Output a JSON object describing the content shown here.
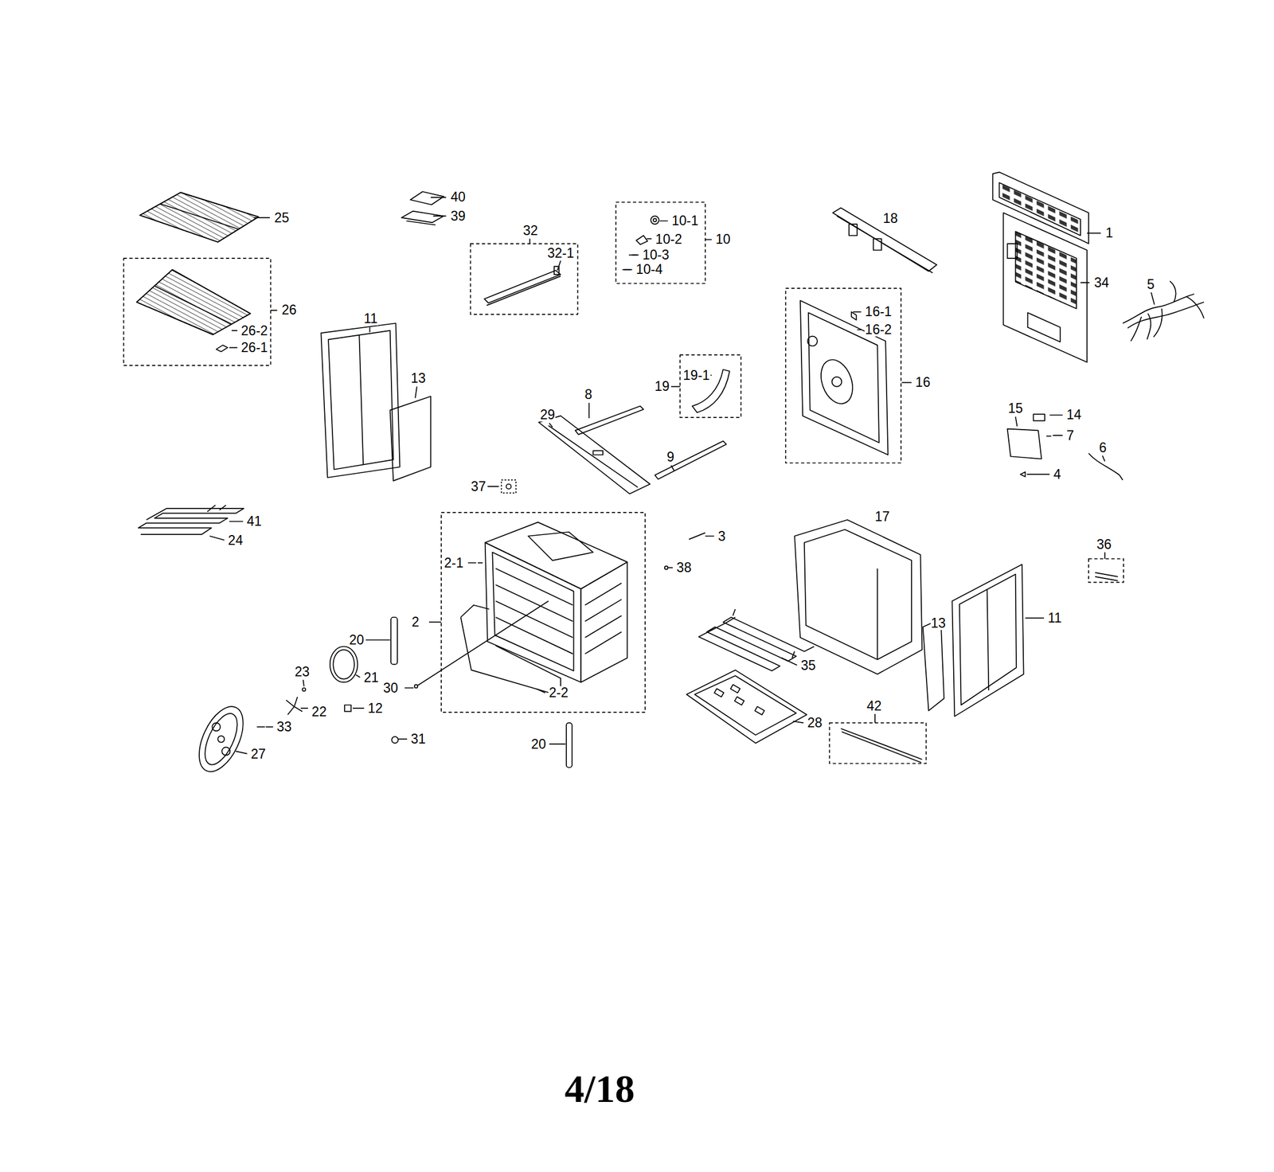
{
  "diagram": {
    "labels": [
      "40",
      "39",
      "25",
      "32",
      "32-1",
      "10-1",
      "10-2",
      "10-3",
      "10-4",
      "10",
      "18",
      "1",
      "34",
      "5",
      "26",
      "26-2",
      "26-1",
      "11",
      "16-1",
      "16-2",
      "13",
      "19-1",
      "19",
      "8",
      "16",
      "15",
      "14",
      "29",
      "7",
      "6",
      "9",
      "4",
      "37",
      "41",
      "24",
      "17",
      "3",
      "36",
      "2-1",
      "38",
      "11",
      "13",
      "2",
      "20",
      "21",
      "23",
      "35",
      "30",
      "2-2",
      "22",
      "12",
      "42",
      "33",
      "28",
      "31",
      "20",
      "27",
      "4/18"
    ]
  }
}
